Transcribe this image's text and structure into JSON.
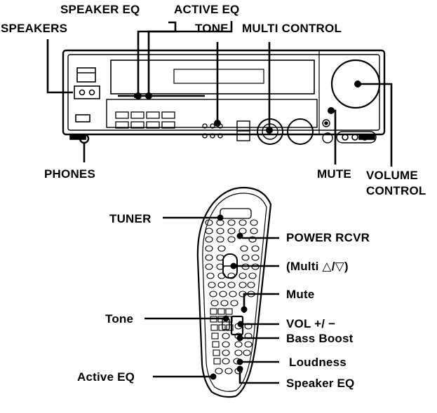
{
  "labels": {
    "speaker_eq": "SPEAKER EQ",
    "active_eq_top": "ACTIVE EQ",
    "speakers": "SPEAKERS",
    "tone_top": "TONE",
    "multi_control": "MULTI CONTROL",
    "phones": "PHONES",
    "mute_top": "MUTE",
    "volume_control": "VOLUME CONTROL",
    "tuner": "TUNER",
    "power_rcvr": "POWER RCVR",
    "multi_arrows": "(Multi △/▽)",
    "mute": "Mute",
    "tone": "Tone",
    "vol": "VOL +/ −",
    "bass_boost": "Bass Boost",
    "loudness": "Loudness",
    "active_eq": "Active EQ",
    "speaker_eq_remote": "Speaker EQ"
  },
  "colors": {
    "ink": "#000000",
    "paper": "#ffffff"
  }
}
